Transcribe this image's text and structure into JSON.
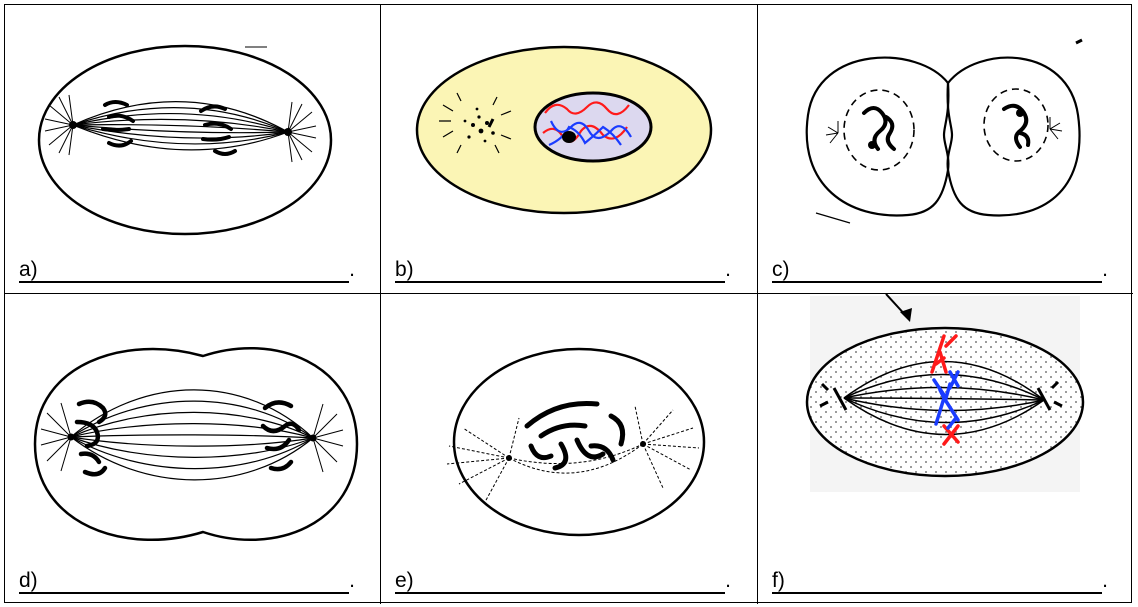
{
  "panels": [
    {
      "label": "a)",
      "trail": ".",
      "stage_icon": "anaphase-cell-icon"
    },
    {
      "label": "b)",
      "trail": ".",
      "stage_icon": "interphase-cell-icon"
    },
    {
      "label": "c)",
      "trail": ".",
      "stage_icon": "cytokinesis-cell-icon"
    },
    {
      "label": "d)",
      "trail": ".",
      "stage_icon": "telophase-cell-icon"
    },
    {
      "label": "e)",
      "trail": ".",
      "stage_icon": "prophase-cell-icon"
    },
    {
      "label": "f)",
      "trail": ".",
      "stage_icon": "metaphase-cell-icon"
    }
  ],
  "colors": {
    "ink": "#000000",
    "cytoplasm_yellow": "#fbf5b5",
    "nucleus_lavender": "#dcd8ef",
    "chromosome_red": "#ff1a1a",
    "chromosome_blue": "#1a3cff",
    "stipple_bg": "#f4f4f4"
  }
}
